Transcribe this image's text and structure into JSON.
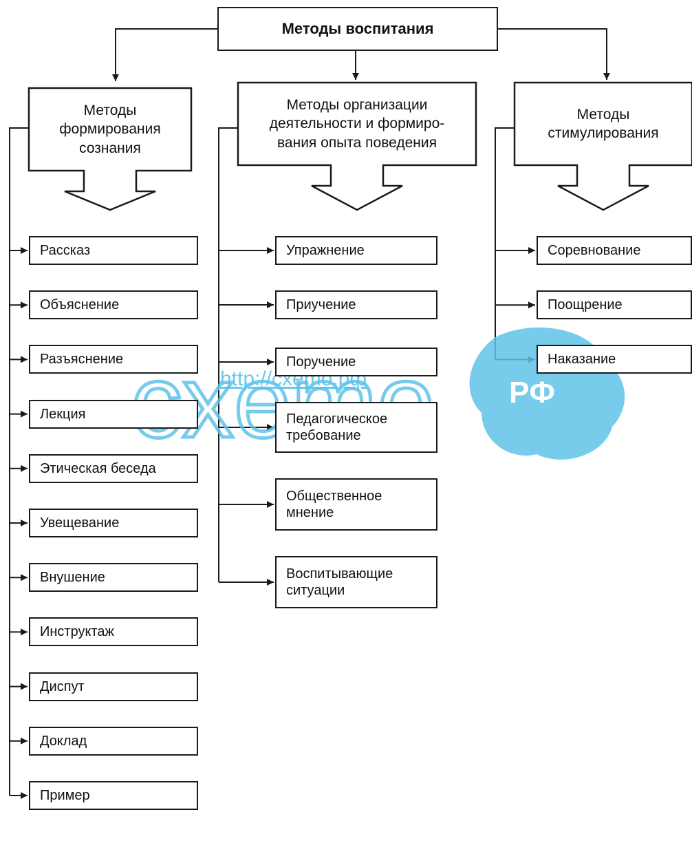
{
  "root": "Методы воспитания",
  "groups": [
    {
      "title": "Методы формирования сознания",
      "title_lines": [
        "Методы",
        "формирования",
        "сознания"
      ],
      "items": [
        "Рассказ",
        "Объяснение",
        "Разъяснение",
        "Лекция",
        "Этическая беседа",
        "Увещевание",
        "Внушение",
        "Инструктаж",
        "Диспут",
        "Доклад",
        "Пример"
      ]
    },
    {
      "title": "Методы организации деятельности и формирования опыта поведения",
      "title_lines": [
        "Методы организации",
        "деятельности и формиро-",
        "вания опыта поведения"
      ],
      "items": [
        "Упражнение",
        "Приучение",
        "Поручение",
        "Педагогическое требование",
        "Общественное мнение",
        "Воспитывающие ситуации"
      ]
    },
    {
      "title": "Методы стимулирования",
      "title_lines": [
        "Методы",
        "стимулирования"
      ],
      "items": [
        "Соревнование",
        "Поощрение",
        "Наказание"
      ]
    }
  ],
  "watermark": {
    "url": "http://cxemo.pф",
    "logo": "cxemo",
    "badge": "PФ",
    "color": "#5fc3e8"
  }
}
